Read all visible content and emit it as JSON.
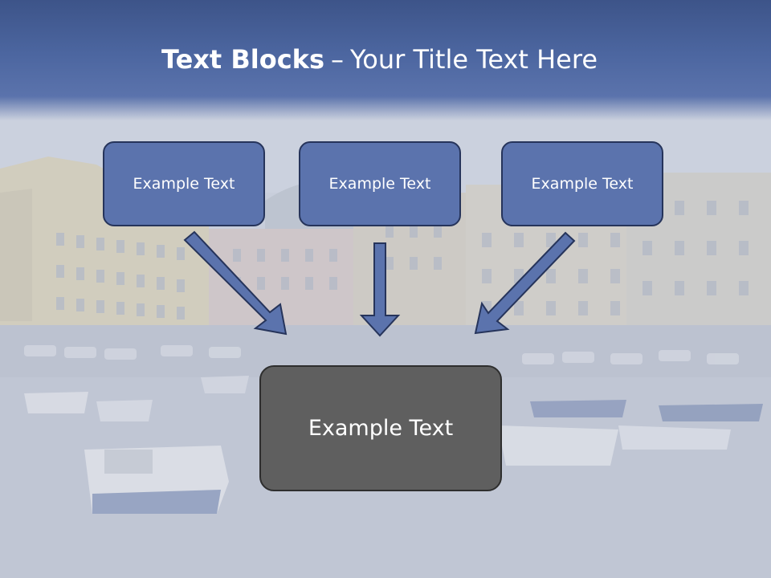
{
  "title": {
    "bold": "Text Blocks",
    "separator": "–",
    "rest": "Your Title Text Here"
  },
  "blocks": [
    {
      "label": "Example Text"
    },
    {
      "label": "Example Text"
    },
    {
      "label": "Example Text"
    }
  ],
  "target": {
    "label": "Example Text"
  },
  "colors": {
    "title_band": "#4c66a0",
    "block_fill": "#5b73ad",
    "block_border": "#26345b",
    "target_fill": "#5f5f5f",
    "arrow_fill": "#5b73ad"
  }
}
